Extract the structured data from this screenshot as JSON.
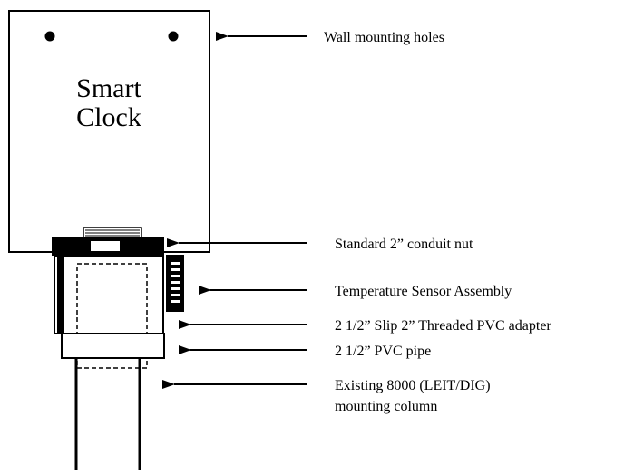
{
  "device": {
    "title_line1": "Smart",
    "title_line2": "Clock"
  },
  "callouts": [
    {
      "id": "mounting-holes",
      "text": "Wall mounting holes"
    },
    {
      "id": "conduit-nut",
      "text": "Standard 2” conduit nut"
    },
    {
      "id": "temp-sensor",
      "text": "Temperature Sensor Assembly"
    },
    {
      "id": "pvc-adapter",
      "text": "2 1/2” Slip 2” Threaded PVC adapter"
    },
    {
      "id": "pvc-pipe",
      "text": "2 1/2” PVC pipe"
    },
    {
      "id": "mounting-column",
      "text": "Existing 8000 (LEIT/DIG)",
      "text2": "mounting column"
    }
  ]
}
